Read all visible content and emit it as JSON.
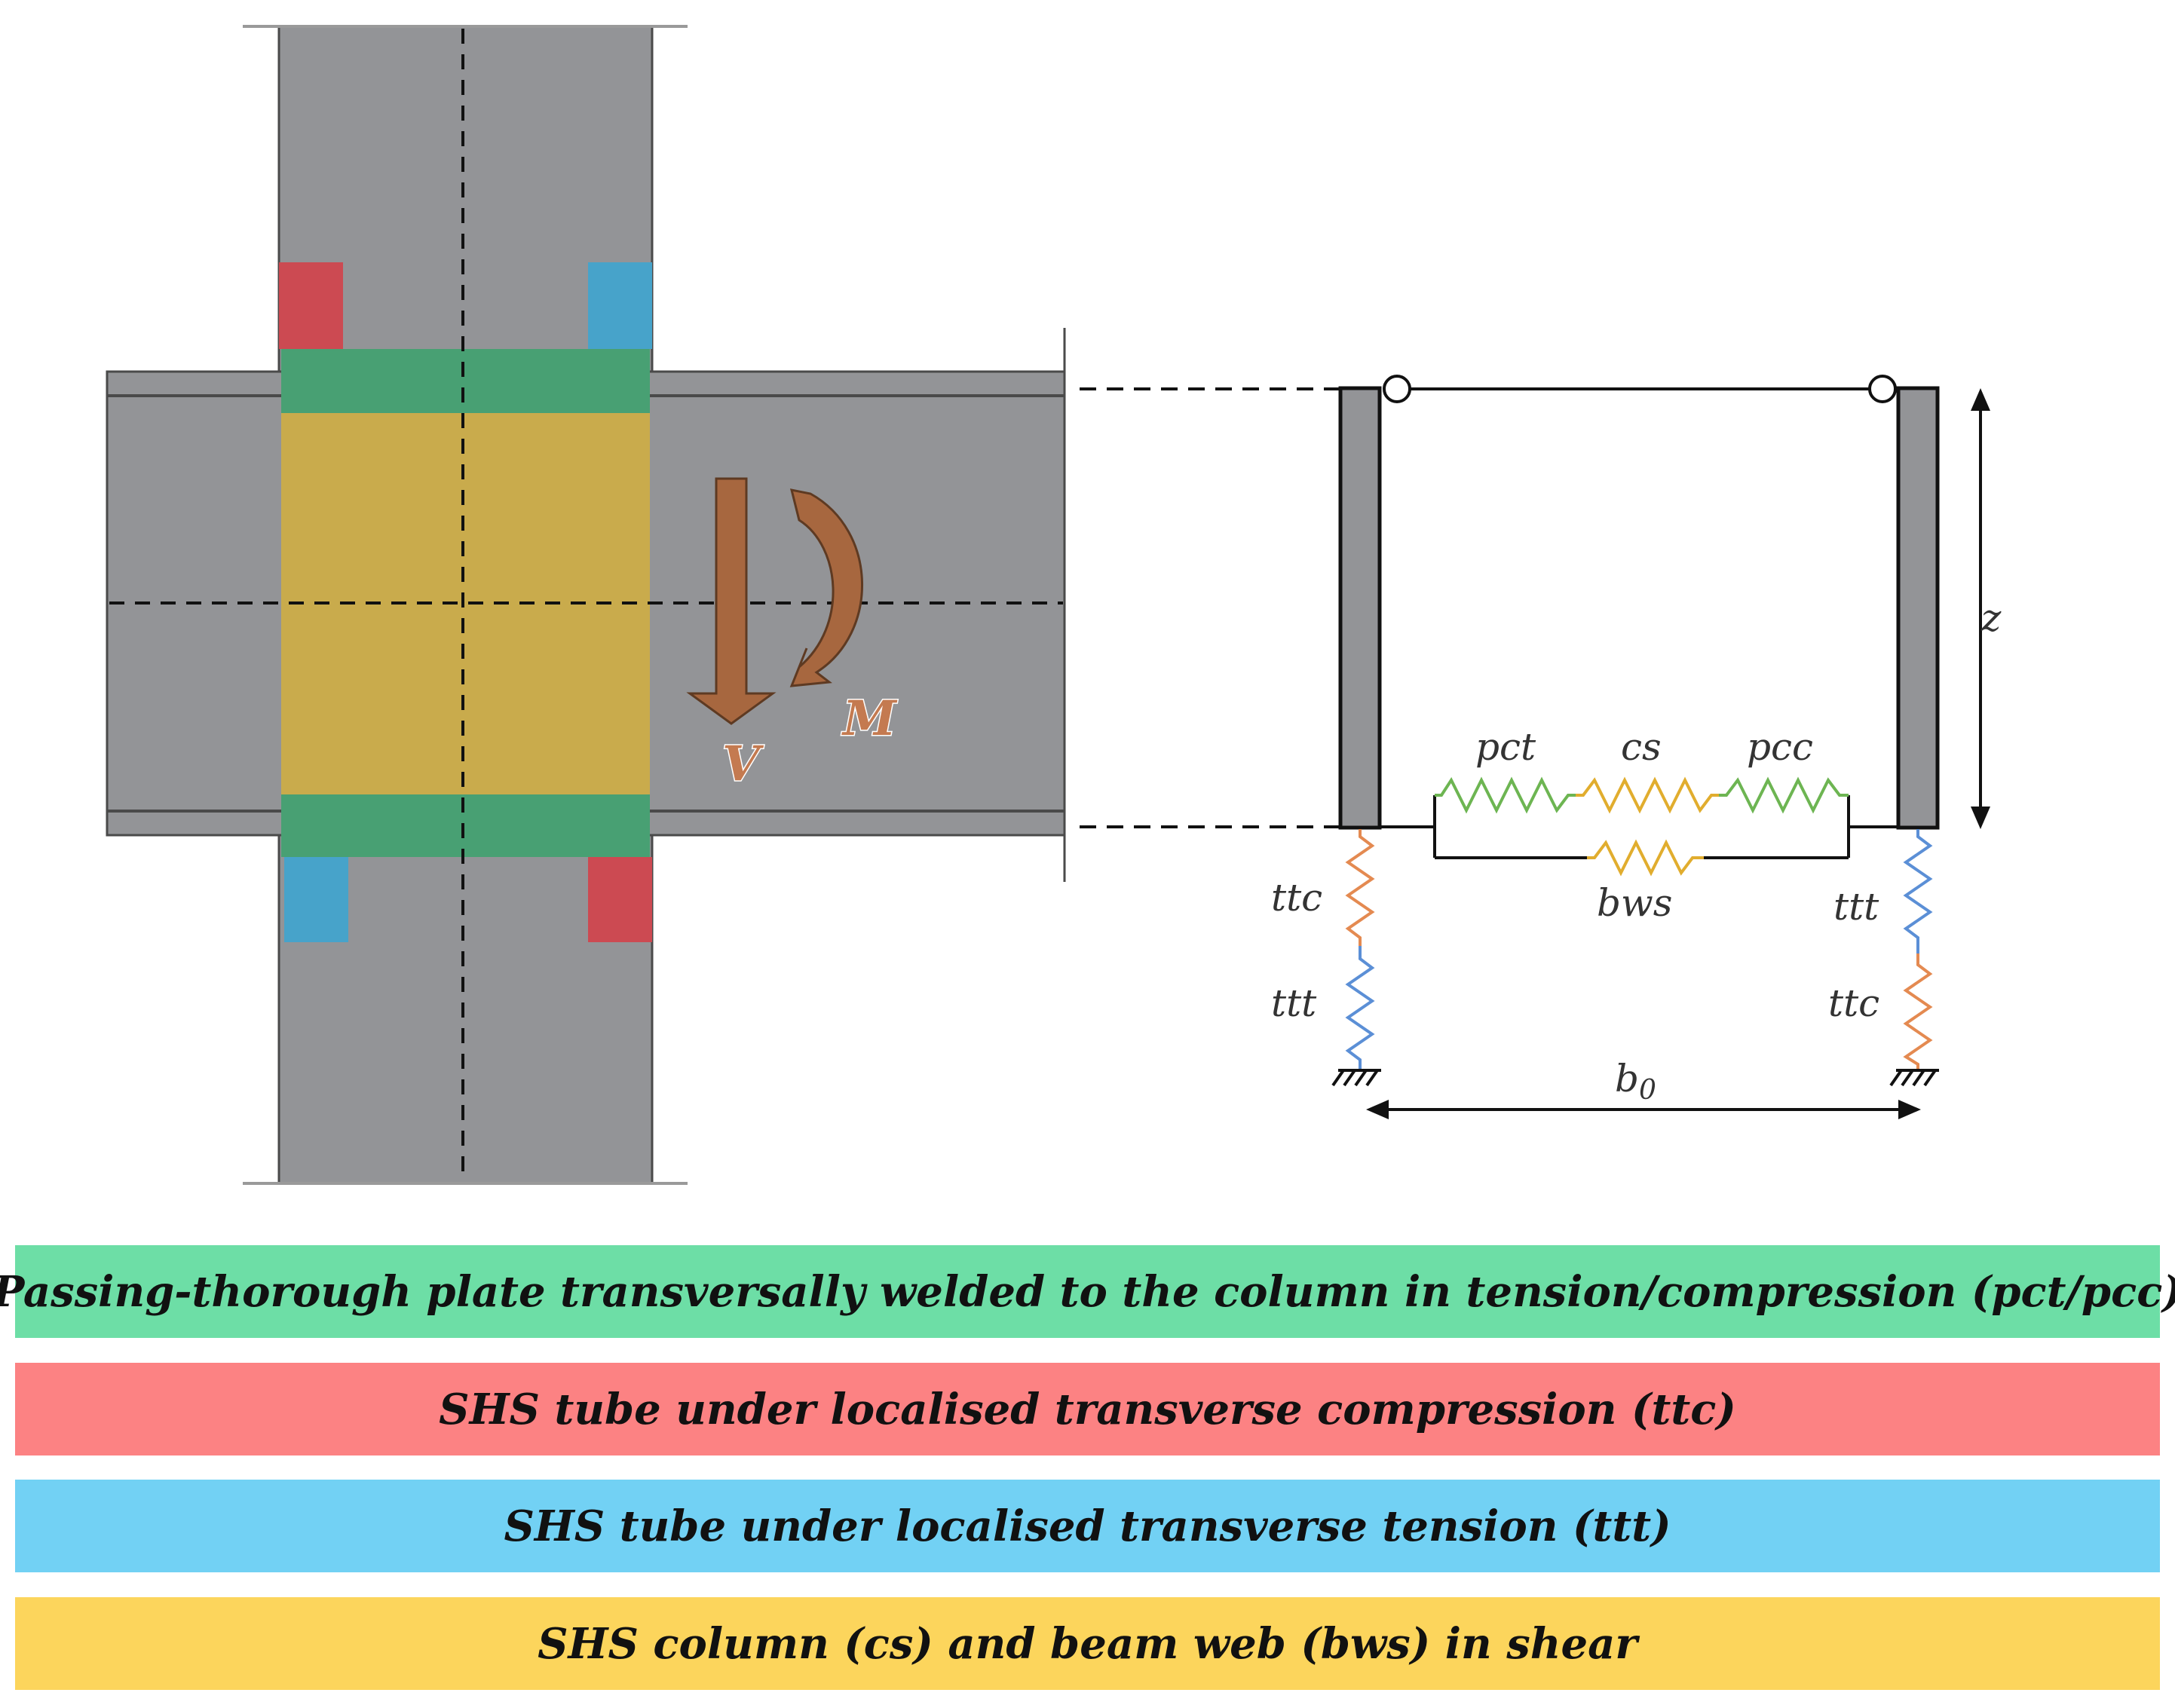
{
  "colors": {
    "plate_green": "#48a073",
    "ttc_red": "#cc4a52",
    "ttt_blue": "#47a3ca",
    "shear_yellow": "#c9ab4c",
    "steel_gray": "#939497",
    "spring_green": "#6db552",
    "spring_yellow": "#e1ad2e",
    "spring_orange": "#e48a51",
    "spring_blue": "#5b8fd6",
    "arrow_brown": "#a7673f"
  },
  "icons": {
    "shear_arrow": "down-arrow-icon",
    "moment_arrow": "curved-arrow-icon",
    "hinge": "hinge-circle-icon",
    "support": "fixed-support-icon"
  },
  "diagram": {
    "force_label_V": "V",
    "moment_label_M": "M",
    "spring_pct": "pct",
    "spring_cs": "cs",
    "spring_pcc": "pcc",
    "spring_bws": "bws",
    "left_upper_spring": "ttc",
    "left_lower_spring": "ttt",
    "right_upper_spring": "ttt",
    "right_lower_spring": "ttc",
    "lever_arm": "z",
    "width": "b",
    "width_subscript": "0"
  },
  "legend": [
    {
      "text": "Passing-thorough plate transversally welded to the column in tension/compression (pct/pcc)",
      "color": "#6ddea6"
    },
    {
      "text": "SHS tube under localised transverse compression (ttc)",
      "color": "#fc8283"
    },
    {
      "text": "SHS tube under localised transverse tension (ttt)",
      "color": "#72d1f4"
    },
    {
      "text": "SHS column (cs) and beam web (bws) in shear",
      "color": "#fcd55c"
    }
  ]
}
